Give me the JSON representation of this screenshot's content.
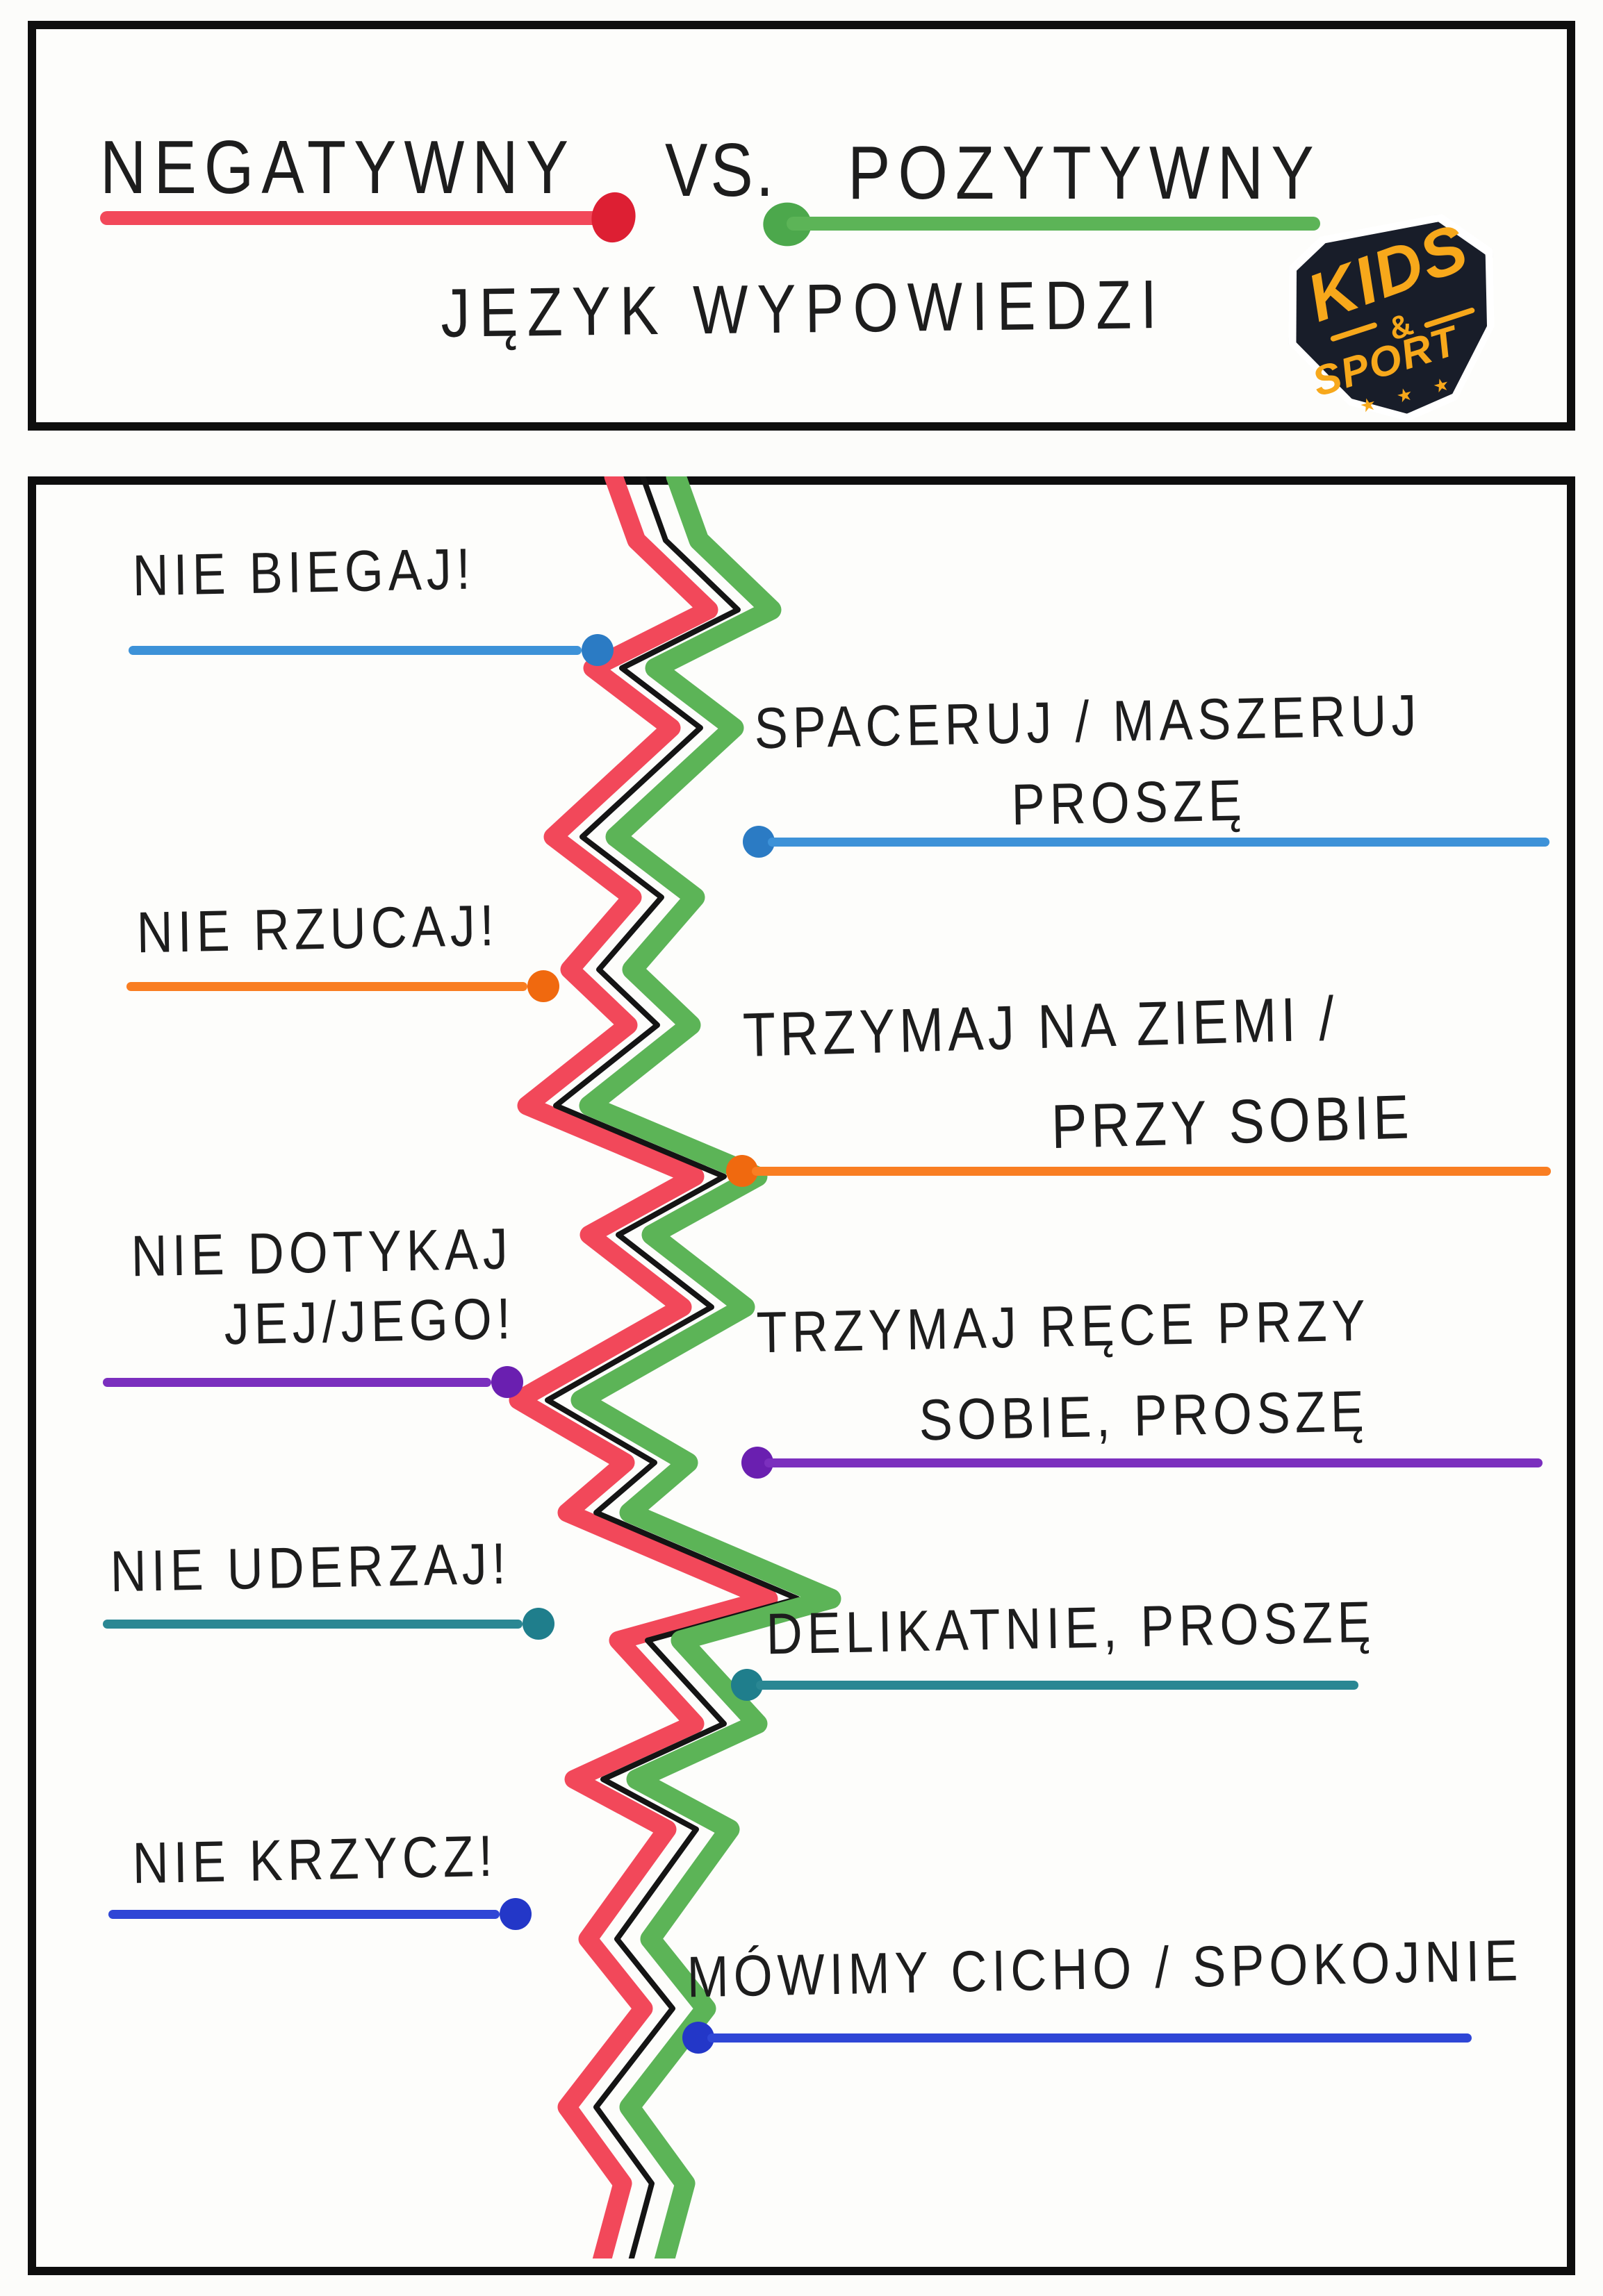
{
  "header": {
    "title_left": "NEGATYWNY",
    "title_vs": "VS.",
    "title_right": "POZYTYWNY",
    "subtitle": "JĘZYK WYPOWIEDZI",
    "negative_line_color": "#F2485A",
    "negative_dot_color": "#DD1F33",
    "positive_line_color": "#5CB457",
    "positive_dot_color": "#4CA84C",
    "logo": {
      "word_top": "KIDS",
      "amp": "&",
      "word_bottom": "SPORT",
      "stars": "★ ★ ★",
      "orange": "#F7A81B",
      "navy": "#181D29"
    }
  },
  "divider": {
    "red": "#F2485A",
    "black": "#141414",
    "green": "#5CB457"
  },
  "items": [
    {
      "neg1": "NIE BIEGAJ!",
      "pos1": "SPACERUJ / MASZERUJ",
      "pos2": "PROSZĘ",
      "line_color": "#3D92D8",
      "dot_color": "#2B7BC4",
      "color_name": "blue"
    },
    {
      "neg1": "NIE RZUCAJ!",
      "pos1": "TRZYMAJ NA ZIEMI /",
      "pos2": "PRZY SOBIE",
      "line_color": "#F97E22",
      "dot_color": "#F0690F",
      "color_name": "orange"
    },
    {
      "neg1": "NIE DOTYKAJ",
      "neg2": "JEJ/JEGO!",
      "pos1": "TRZYMAJ RĘCE PRZY",
      "pos2": "SOBIE, PROSZĘ",
      "line_color": "#7B2FBE",
      "dot_color": "#6A1FB0",
      "color_name": "purple"
    },
    {
      "neg1": "NIE UDERZAJ!",
      "pos1": "DELIKATNIE, PROSZĘ",
      "line_color": "#2A8793",
      "dot_color": "#1F7E8C",
      "color_name": "teal"
    },
    {
      "neg1": "NIE KRZYCZ!",
      "pos1": "MÓWIMY CICHO / SPOKOJNIE",
      "line_color": "#2F46D6",
      "dot_color": "#2337C8",
      "color_name": "royal-blue"
    }
  ]
}
